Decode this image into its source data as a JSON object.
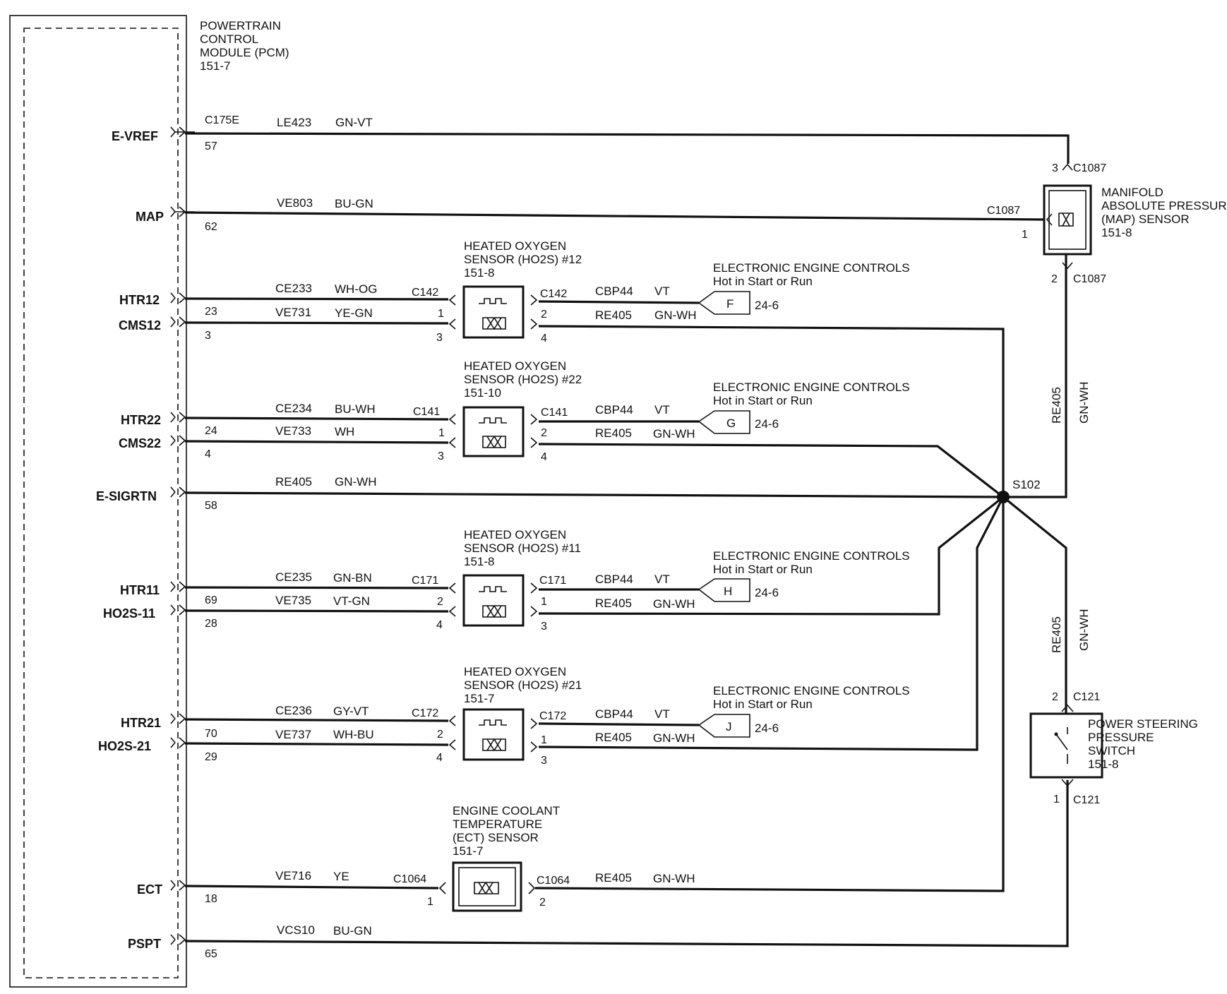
{
  "pcm": {
    "title_lines": [
      "POWERTRAIN",
      "CONTROL",
      "MODULE (PCM)",
      "151-7"
    ],
    "signals": {
      "evref": {
        "name": "E-VREF",
        "pin": "57",
        "connector": "C175E"
      },
      "map": {
        "name": "MAP",
        "pin": "62"
      },
      "htr12": {
        "name": "HTR12",
        "pin": "23"
      },
      "cms12": {
        "name": "CMS12",
        "pin": "3"
      },
      "htr22": {
        "name": "HTR22",
        "pin": "24"
      },
      "cms22": {
        "name": "CMS22",
        "pin": "4"
      },
      "esigrtn": {
        "name": "E-SIGRTN",
        "pin": "58"
      },
      "htr11": {
        "name": "HTR11",
        "pin": "69"
      },
      "ho2s11": {
        "name": "HO2S-11",
        "pin": "28"
      },
      "htr21": {
        "name": "HTR21",
        "pin": "70"
      },
      "ho2s21": {
        "name": "HO2S-21",
        "pin": "29"
      },
      "ect": {
        "name": "ECT",
        "pin": "18"
      },
      "pspt": {
        "name": "PSPT",
        "pin": "65"
      }
    }
  },
  "wires": {
    "evref": {
      "circuit": "LE423",
      "color": "GN-VT"
    },
    "map": {
      "circuit": "VE803",
      "color": "BU-GN"
    },
    "htr12": {
      "circuit": "CE233",
      "color": "WH-OG"
    },
    "cms12": {
      "circuit": "VE731",
      "color": "YE-GN"
    },
    "htr22": {
      "circuit": "CE234",
      "color": "BU-WH"
    },
    "cms22": {
      "circuit": "VE733",
      "color": "WH"
    },
    "esigrtn": {
      "circuit": "RE405",
      "color": "GN-WH"
    },
    "htr11": {
      "circuit": "CE235",
      "color": "GN-BN"
    },
    "ho2s11": {
      "circuit": "VE735",
      "color": "VT-GN"
    },
    "htr21": {
      "circuit": "CE236",
      "color": "GY-VT"
    },
    "ho2s21": {
      "circuit": "VE737",
      "color": "WH-BU"
    },
    "ect": {
      "circuit": "VE716",
      "color": "YE"
    },
    "pspt": {
      "circuit": "VCS10",
      "color": "BU-GN"
    },
    "return": {
      "circuit": "RE405",
      "color": "GN-WH"
    },
    "power": {
      "circuit": "CBP44",
      "color": "VT"
    }
  },
  "sensors": {
    "ho2s12": {
      "title_lines": [
        "HEATED OXYGEN",
        "SENSOR (HO2S) #12",
        "151-8"
      ],
      "connector": "C142",
      "pin_htr_in": "1",
      "pin_sig_in": "3",
      "pin_htr_out": "2",
      "pin_sig_out": "4",
      "eec_tag": "F"
    },
    "ho2s22": {
      "title_lines": [
        "HEATED OXYGEN",
        "SENSOR (HO2S) #22",
        "151-10"
      ],
      "connector": "C141",
      "pin_htr_in": "1",
      "pin_sig_in": "3",
      "pin_htr_out": "2",
      "pin_sig_out": "4",
      "eec_tag": "G"
    },
    "ho2s11": {
      "title_lines": [
        "HEATED OXYGEN",
        "SENSOR (HO2S) #11",
        "151-8"
      ],
      "connector": "C171",
      "pin_htr_in": "2",
      "pin_sig_in": "4",
      "pin_htr_out": "1",
      "pin_sig_out": "3",
      "eec_tag": "H"
    },
    "ho2s21": {
      "title_lines": [
        "HEATED OXYGEN",
        "SENSOR (HO2S) #21",
        "151-7"
      ],
      "connector": "C172",
      "pin_htr_in": "2",
      "pin_sig_in": "4",
      "pin_htr_out": "1",
      "pin_sig_out": "3",
      "eec_tag": "J"
    },
    "ect": {
      "title_lines": [
        "ENGINE COOLANT",
        "TEMPERATURE",
        "(ECT) SENSOR",
        "151-7"
      ],
      "connector": "C1064",
      "pin_in": "1",
      "pin_out": "2"
    },
    "map": {
      "title_lines": [
        "MANIFOLD",
        "ABSOLUTE PRESSURE",
        "(MAP) SENSOR",
        "151-8"
      ],
      "connector": "C1087",
      "pin_top": "3",
      "pin_side": "1",
      "pin_bottom": "2"
    },
    "ps_switch": {
      "title_lines": [
        "POWER STEERING",
        "PRESSURE",
        "SWITCH",
        "151-8"
      ],
      "connector": "C121",
      "pin_top": "2",
      "pin_bottom": "1"
    }
  },
  "eec": {
    "title": "ELECTRONIC ENGINE CONTROLS",
    "subtitle": "Hot in Start or Run",
    "page": "24-6"
  },
  "splice": {
    "name": "S102"
  }
}
